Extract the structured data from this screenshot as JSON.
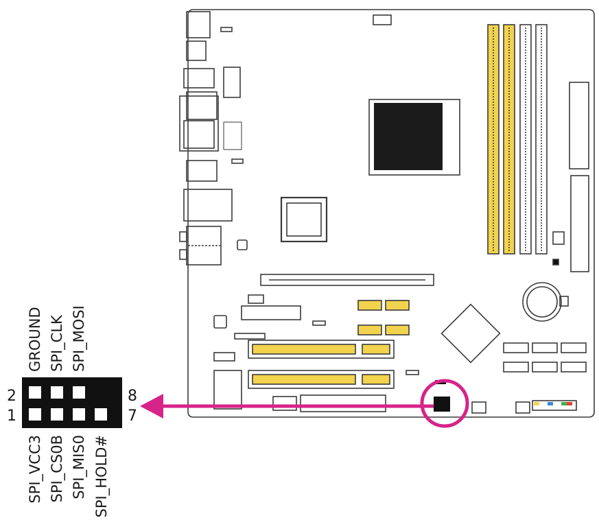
{
  "header": {
    "top_pins": [
      {
        "label": "GROUND"
      },
      {
        "label": "SPI_CLK"
      },
      {
        "label": "SPI_MOSI"
      }
    ],
    "bottom_pins": [
      {
        "label": "SPI_VCC3"
      },
      {
        "label": "SPI_CS0B"
      },
      {
        "label": "SPI_MIS0"
      },
      {
        "label": "SPI_HOLD#"
      }
    ],
    "pin_numbers": {
      "top_left": "2",
      "bottom_left": "1",
      "top_right": "8",
      "bottom_right": "7"
    }
  },
  "colors": {
    "highlight": "#d6248a",
    "slot_yellow": "#f2d34e",
    "board_outline": "#3a3a3a",
    "header_block": "#111111"
  }
}
